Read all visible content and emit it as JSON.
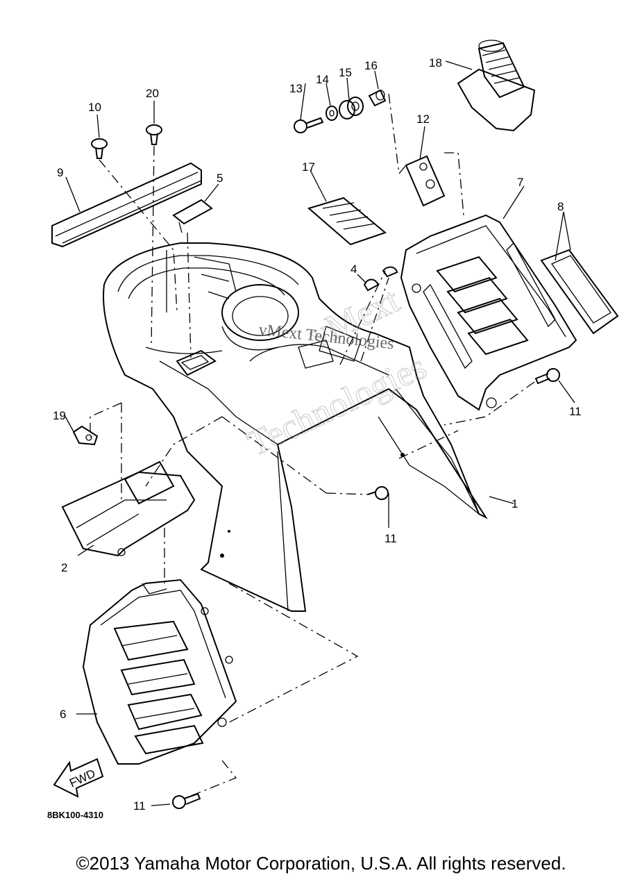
{
  "diagram": {
    "callouts": {
      "p1": "1",
      "p2": "2",
      "p4": "4",
      "p5": "5",
      "p6": "6",
      "p7": "7",
      "p8": "8",
      "p9": "9",
      "p10": "10",
      "p11a": "11",
      "p11b": "11",
      "p11c": "11",
      "p12": "12",
      "p13": "13",
      "p14": "14",
      "p15": "15",
      "p16": "16",
      "p17": "17",
      "p18": "18",
      "p19": "19",
      "p20": "20"
    },
    "diagram_code": "8BK100-4310",
    "fwd_label": "FWD",
    "watermark": {
      "line1": "vMext",
      "line2": "Technologies",
      "overlay": "vMext Technologies"
    }
  },
  "footer": {
    "copyright": "©2013 Yamaha Motor Corporation, U.S.A. All rights reserved."
  }
}
